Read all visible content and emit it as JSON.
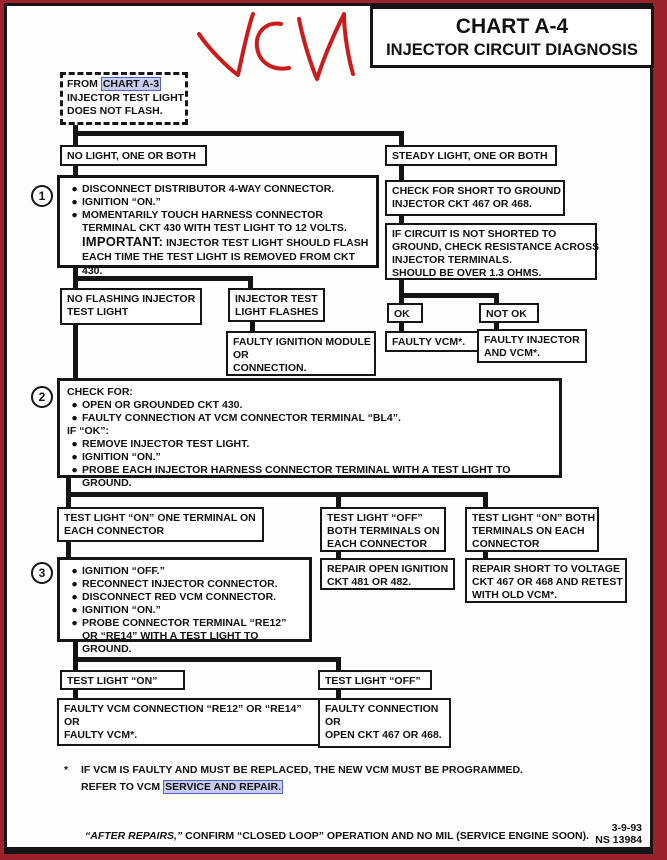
{
  "title": {
    "line1": "CHART A-4",
    "line2": "INJECTOR CIRCUIT DIAGNOSIS"
  },
  "annotation": {
    "text": "VCM"
  },
  "steps": {
    "s1": "1",
    "s2": "2",
    "s3": "3"
  },
  "nodes": {
    "from_chart": {
      "prefix": "FROM",
      "link": "CHART A-3",
      "line2": "INJECTOR TEST LIGHT",
      "line3": "DOES NOT FLASH."
    },
    "no_light": {
      "text": "NO LIGHT, ONE OR BOTH"
    },
    "steady_light": {
      "text": "STEADY LIGHT, ONE OR BOTH"
    },
    "step1": {
      "bullets": [
        "DISCONNECT DISTRIBUTOR 4-WAY CONNECTOR.",
        "IGNITION “ON.”",
        "MOMENTARILY TOUCH HARNESS CONNECTOR TERMINAL CKT 430 WITH TEST LIGHT TO 12 VOLTS."
      ],
      "important_label": "IMPORTANT:",
      "important_text": " INJECTOR TEST LIGHT SHOULD FLASH EACH TIME THE TEST LIGHT IS REMOVED FROM CKT 430."
    },
    "check_short": {
      "line1": "CHECK FOR SHORT TO GROUND",
      "line2": "INJECTOR CKT 467 OR 468."
    },
    "if_circuit": {
      "line1": "IF CIRCUIT IS NOT SHORTED TO",
      "line2": "GROUND, CHECK RESISTANCE ACROSS",
      "line3": "INJECTOR TERMINALS.",
      "line4": "SHOULD BE OVER 1.3 OHMS."
    },
    "ok": {
      "text": "OK"
    },
    "not_ok": {
      "text": "NOT OK"
    },
    "faulty_vcm": {
      "text": "FAULTY VCM*."
    },
    "faulty_injector": {
      "line1": "FAULTY INJECTOR",
      "line2": "AND VCM*."
    },
    "no_flashing": {
      "line1": "NO FLASHING INJECTOR",
      "line2": "TEST LIGHT"
    },
    "flashes": {
      "line1": "INJECTOR TEST",
      "line2": "LIGHT FLASHES"
    },
    "faulty_ignition": {
      "line1": "FAULTY IGNITION MODULE",
      "line2": "OR",
      "line3": "CONNECTION."
    },
    "step2": {
      "heading": "CHECK FOR:",
      "bullets1": [
        "OPEN OR GROUNDED CKT 430.",
        "FAULTY CONNECTION AT VCM CONNECTOR TERMINAL “BL4”."
      ],
      "mid": "IF “OK”:",
      "bullets2": [
        "REMOVE INJECTOR TEST LIGHT.",
        "IGNITION “ON.”",
        "PROBE EACH INJECTOR HARNESS CONNECTOR TERMINAL WITH A TEST LIGHT TO GROUND."
      ]
    },
    "tl_on_one": {
      "line1": "TEST LIGHT “ON” ONE TERMINAL ON",
      "line2": "EACH CONNECTOR"
    },
    "tl_off_both": {
      "line1": "TEST LIGHT “OFF”",
      "line2": "BOTH TERMINALS ON",
      "line3": "EACH CONNECTOR"
    },
    "tl_on_both": {
      "line1": "TEST LIGHT “ON” BOTH",
      "line2": "TERMINALS ON EACH",
      "line3": "CONNECTOR"
    },
    "step3": {
      "bullets": [
        "IGNITION “OFF.”",
        "RECONNECT INJECTOR CONNECTOR.",
        "DISCONNECT RED VCM CONNECTOR.",
        "IGNITION “ON.”",
        "PROBE CONNECTOR TERMINAL “RE12” OR “RE14” WITH A TEST LIGHT TO GROUND."
      ]
    },
    "repair_open": {
      "line1": "REPAIR OPEN IGNITION",
      "line2": "CKT 481 OR 482."
    },
    "repair_short": {
      "line1": "REPAIR SHORT TO VOLTAGE",
      "line2": "CKT 467 OR 468 AND RETEST",
      "line3": "WITH OLD VCM*."
    },
    "tl_on": {
      "text": "TEST LIGHT “ON”"
    },
    "tl_off": {
      "text": "TEST LIGHT “OFF”"
    },
    "faulty_vcm_conn": {
      "line1": "FAULTY VCM CONNECTION “RE12” OR “RE14”",
      "line2": "OR",
      "line3": "FAULTY VCM*."
    },
    "faulty_conn": {
      "line1": "FAULTY CONNECTION",
      "line2": "OR",
      "line3": "OPEN CKT 467 OR 468."
    }
  },
  "footnote": {
    "star": "*",
    "line1": "IF VCM IS FAULTY AND MUST BE REPLACED, THE NEW VCM MUST BE PROGRAMMED.",
    "line2_prefix": "REFER TO VCM ",
    "link": "SERVICE AND REPAIR."
  },
  "footer": {
    "italic": "“AFTER REPAIRS,”",
    "rest": " CONFIRM “CLOSED LOOP” OPERATION AND NO MIL (SERVICE ENGINE SOON).",
    "date": "3-9-93",
    "code": "NS 13984"
  },
  "colors": {
    "frame": "#9a222c",
    "ink": "#141414",
    "link_bg": "#c7cdee",
    "link_border": "#5560c0",
    "annotation": "#cc1b1b"
  }
}
